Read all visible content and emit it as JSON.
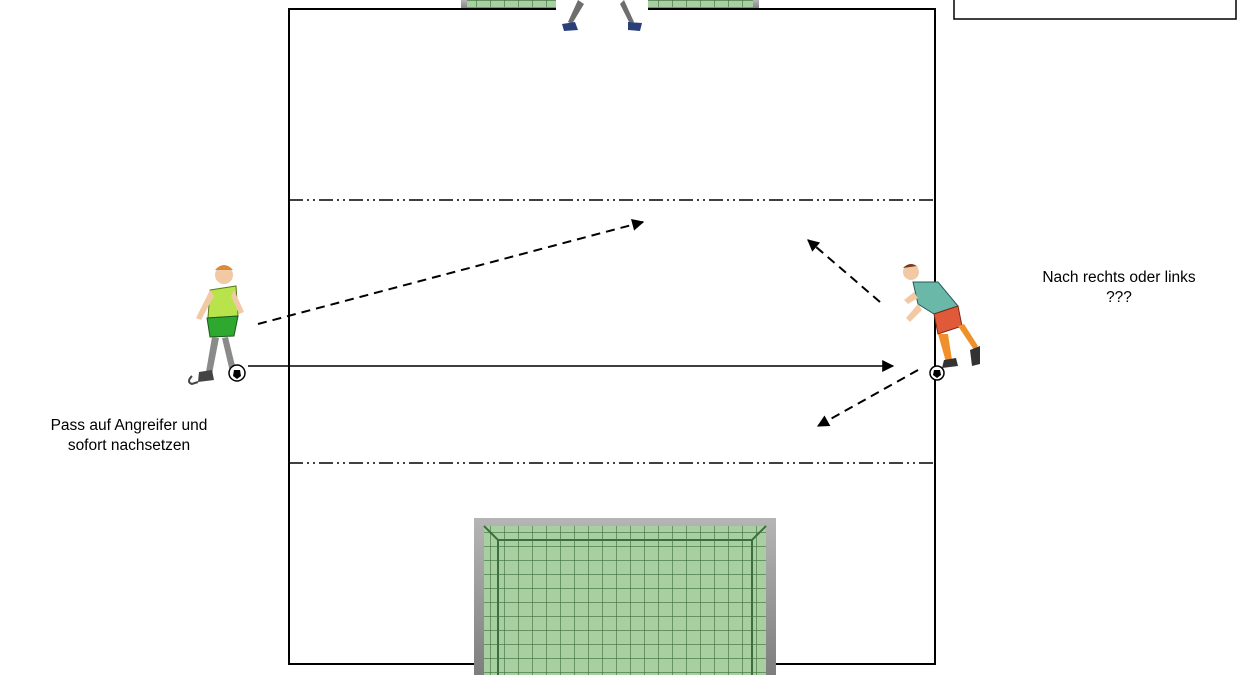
{
  "annotations": {
    "pass_line1": "Pass auf Angreifer und",
    "pass_line2": "sofort nachsetzen",
    "direction_line1": "Nach rechts oder links",
    "direction_line2": "???"
  },
  "icons": {
    "defender": "soccer-player-kicking-icon",
    "attacker": "soccer-player-dribbling-icon",
    "goalkeeper": "goalkeeper-icon",
    "goal_top": "goal-net-icon",
    "goal_bottom": "goal-net-icon",
    "ball": "soccer-ball-icon"
  },
  "colors": {
    "field_line": "#000000",
    "net_green": "#8cc08c",
    "net_frame": "#9a9a9a",
    "defender_shirt": "#b8e34a",
    "defender_shorts": "#2ea82e",
    "attacker_shirt": "#6ab8a8",
    "attacker_shorts": "#e05a3a",
    "attacker_socks": "#f0902a"
  }
}
